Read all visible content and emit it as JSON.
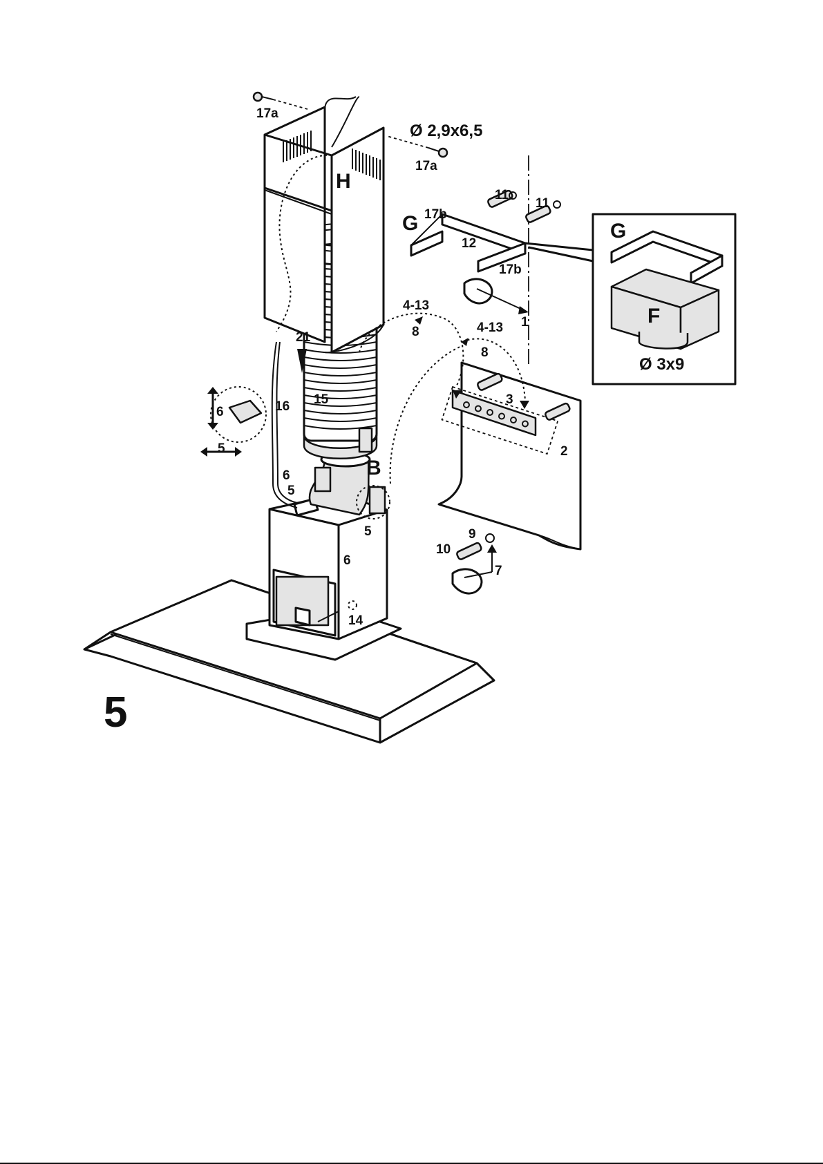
{
  "figure": {
    "number": "5",
    "dimensions": {
      "screw_17a": "Ø 2,9x6,5",
      "screw_inset": "Ø 3x9"
    },
    "parts": {
      "chimney": "H",
      "bracket_top": "G",
      "bracket_inset": "G",
      "flange": "F",
      "motor_outlet": "B"
    },
    "callouts": {
      "c17a_top": "17a",
      "c17a_right": "17a",
      "c17b_top": "17b",
      "c17b_bottom": "17b",
      "c11_left": "11",
      "c11_right": "11",
      "c12": "12",
      "c1": "1",
      "c413_left": "4-13",
      "c8_left": "8",
      "c413_right": "4-13",
      "c8_right": "8",
      "c21": "21",
      "c15": "15",
      "c16": "16",
      "c3": "3",
      "c2": "2",
      "c6_switch": "6",
      "c5_switch": "5",
      "c6_left": "6",
      "c5_left": "5",
      "c6_right": "6",
      "c5_right": "5",
      "c9": "9",
      "c10": "10",
      "c7": "7",
      "c14": "14"
    }
  }
}
